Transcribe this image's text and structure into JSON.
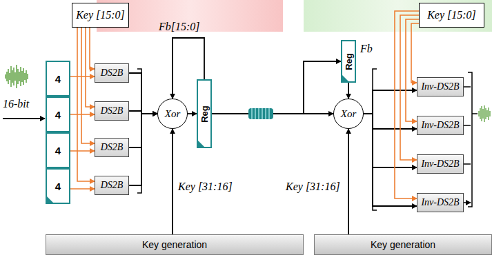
{
  "diagram": {
    "nodes": [
      {
        "text": [
          "Key [15:0]"
        ]
      },
      {
        "text": [
          "4"
        ]
      },
      {
        "text": [
          "4"
        ]
      },
      {
        "text": [
          "4"
        ]
      },
      {
        "text": [
          "4"
        ]
      },
      {
        "text": [
          "DS2B"
        ]
      },
      {
        "text": [
          "DS2B"
        ]
      },
      {
        "text": [
          "DS2B"
        ]
      },
      {
        "text": [
          "DS2B"
        ]
      },
      {
        "text": [
          "Xor"
        ]
      },
      {
        "text": [
          "Reg"
        ]
      },
      {
        "text": [
          "Key generation"
        ]
      },
      {
        "text": [
          "Reg"
        ]
      },
      {
        "text": [
          "Xor"
        ]
      },
      {
        "text": [
          "Key [15:0]"
        ]
      },
      {
        "text": [
          "Inv-DS2B"
        ]
      },
      {
        "text": [
          "Inv-DS2B"
        ]
      },
      {
        "text": [
          "Inv-DS2B"
        ]
      },
      {
        "text": [
          "Inv-DS2B"
        ]
      },
      {
        "text": [
          "Key generation"
        ]
      }
    ],
    "edges": [
      {
        "from": 1,
        "to": 5,
        "arrow": "to"
      },
      {
        "from": 2,
        "to": 6,
        "arrow": "to"
      },
      {
        "from": 3,
        "to": 7,
        "arrow": "to"
      },
      {
        "from": 4,
        "to": 8,
        "arrow": "to"
      },
      {
        "from": 0,
        "to": 5,
        "arrow": "to"
      },
      {
        "from": 0,
        "to": 6,
        "arrow": "to"
      },
      {
        "from": 0,
        "to": 7,
        "arrow": "to"
      },
      {
        "from": 0,
        "to": 8,
        "arrow": "to"
      },
      {
        "from": 5,
        "to": 9,
        "arrow": "to"
      },
      {
        "from": 6,
        "to": 9,
        "arrow": "to"
      },
      {
        "from": 7,
        "to": 9,
        "arrow": "to"
      },
      {
        "from": 8,
        "to": 9,
        "arrow": "to"
      },
      {
        "from": 9,
        "to": 10,
        "arrow": "to"
      },
      {
        "from": 10,
        "to": 9,
        "arrow": "to"
      },
      {
        "from": 11,
        "to": 9,
        "arrow": "to"
      },
      {
        "from": 10,
        "to": 13,
        "arrow": "to"
      },
      {
        "from": 10,
        "to": 12,
        "arrow": "to"
      },
      {
        "from": 12,
        "to": 13,
        "arrow": "to"
      },
      {
        "from": 19,
        "to": 13,
        "arrow": "to"
      },
      {
        "from": 13,
        "to": 15,
        "arrow": "to"
      },
      {
        "from": 13,
        "to": 16,
        "arrow": "to"
      },
      {
        "from": 13,
        "to": 17,
        "arrow": "to"
      },
      {
        "from": 13,
        "to": 18,
        "arrow": "to"
      },
      {
        "from": 14,
        "to": 15,
        "arrow": "to"
      },
      {
        "from": 14,
        "to": 16,
        "arrow": "to"
      },
      {
        "from": 14,
        "to": 17,
        "arrow": "to"
      },
      {
        "from": 14,
        "to": 18,
        "arrow": "to"
      }
    ],
    "labels": [
      "16-bit",
      "Fb[15:0]",
      "Key [31:16]",
      "Fb",
      "Key [31:16]"
    ]
  }
}
